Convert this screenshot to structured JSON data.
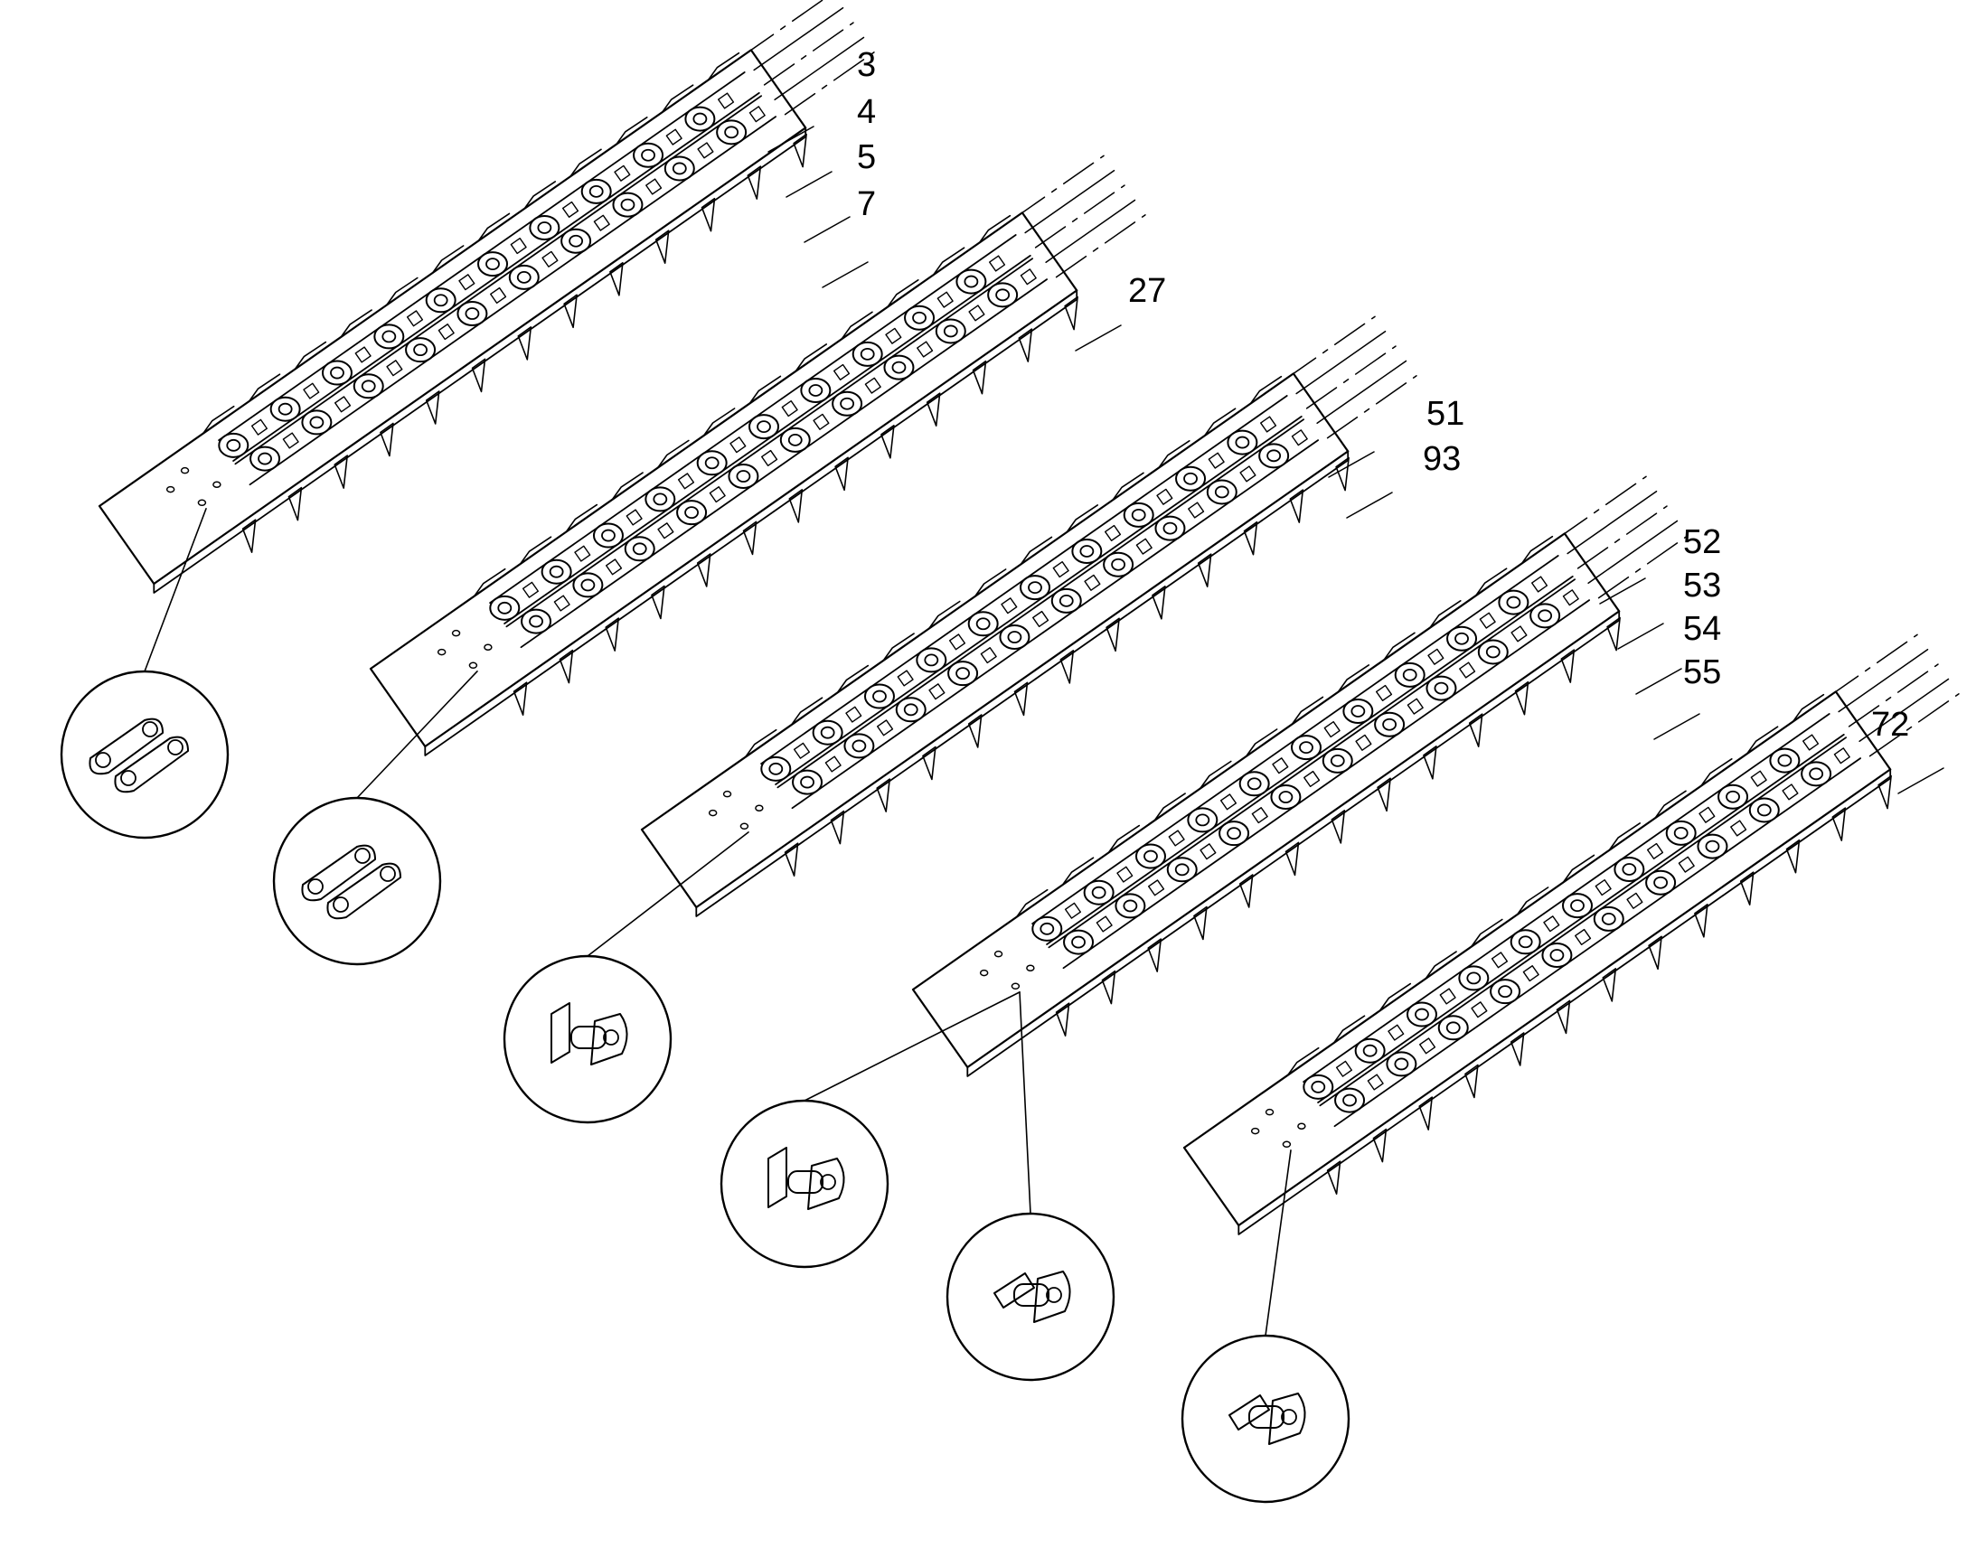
{
  "colors": {
    "ink": "#000000",
    "paper": "#ffffff"
  },
  "callouts": [
    "3",
    "4",
    "5",
    "7",
    "27",
    "51",
    "93",
    "52",
    "53",
    "54",
    "55",
    "72"
  ],
  "assemblies": [
    {
      "name": "chain-assembly-1",
      "detail": "double-link-connector"
    },
    {
      "name": "chain-assembly-2",
      "detail": "double-link-connector"
    },
    {
      "name": "chain-assembly-3",
      "detail": "pin-connector"
    },
    {
      "name": "chain-assembly-4",
      "details": [
        "pin-connector",
        "pin-connector-alt"
      ]
    },
    {
      "name": "chain-assembly-5",
      "detail": "pin-connector-alt"
    }
  ]
}
